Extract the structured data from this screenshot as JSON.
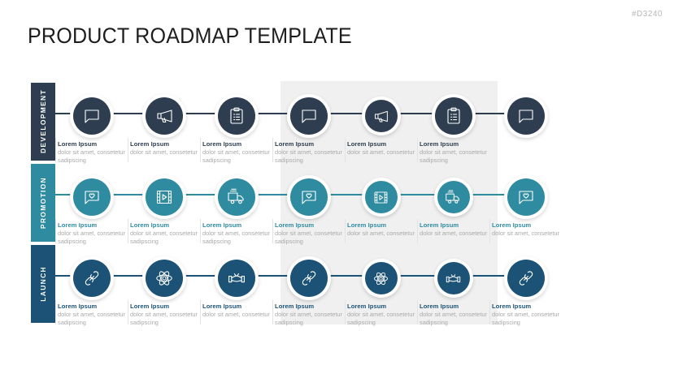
{
  "doc_code": "#D3240",
  "title": "PRODUCT ROADMAP TEMPLATE",
  "colors": {
    "development": "#2E3D4F",
    "promotion": "#2E8BA0",
    "launch": "#1B5276",
    "highlight_band": "#f0f0f0",
    "body_text": "#a9a9a9",
    "title_text": "#1d1d1d"
  },
  "layout": {
    "columns": 7,
    "highlighted_columns": [
      4,
      5,
      6
    ],
    "band_label": "highlighted-phase-band"
  },
  "rows": [
    {
      "id": "development",
      "label": "DEVELOPMENT",
      "color": "#2E3D4F",
      "rail_color": "#2E3D4F",
      "nodes": [
        {
          "icon": "speech-bubble-icon",
          "title": "Lorem Ipsum",
          "body": "dolor sit amet, consetetur sadipscing",
          "size": "large",
          "has_caption": true
        },
        {
          "icon": "megaphone-icon",
          "title": "Lorem Ipsum",
          "body": "dolor sit amet, consetetur",
          "size": "large",
          "has_caption": true
        },
        {
          "icon": "clipboard-checklist-icon",
          "title": "Lorem Ipsum",
          "body": "dolor sit amet, consetetur sadipscing",
          "size": "large",
          "has_caption": true
        },
        {
          "icon": "speech-bubble-icon",
          "title": "Lorem Ipsum",
          "body": "dolor sit amet, consetetur sadipscing",
          "size": "large",
          "has_caption": true
        },
        {
          "icon": "megaphone-icon",
          "title": "Lorem Ipsum",
          "body": "dolor sit amet, consetetur",
          "size": "small",
          "has_caption": true
        },
        {
          "icon": "clipboard-checklist-icon",
          "title": "Lorem Ipsum",
          "body": "dolor sit amet, consetetur sadipscing",
          "size": "large",
          "has_caption": true
        },
        {
          "icon": "speech-bubble-icon",
          "title": "",
          "body": "",
          "size": "large",
          "has_caption": false
        }
      ]
    },
    {
      "id": "promotion",
      "label": "PROMOTION",
      "color": "#2E8BA0",
      "rail_color": "#2E8BA0",
      "nodes": [
        {
          "icon": "heart-bubble-icon",
          "title": "Lorem Ipsum",
          "body": "dolor sit amet, consetetur sadipscing",
          "size": "large",
          "has_caption": true
        },
        {
          "icon": "film-play-icon",
          "title": "Lorem Ipsum",
          "body": "dolor sit amet, consetetur sadipscing",
          "size": "large",
          "has_caption": true
        },
        {
          "icon": "delivery-truck-icon",
          "title": "Lorem Ipsum",
          "body": "dolor sit amet, consetetur sadipscing",
          "size": "large",
          "has_caption": true
        },
        {
          "icon": "heart-bubble-icon",
          "title": "Lorem Ipsum",
          "body": "dolor sit amet, consetetur sadipscing",
          "size": "large",
          "has_caption": true
        },
        {
          "icon": "film-play-icon",
          "title": "Lorem Ipsum",
          "body": "dolor sit amet, consetetur",
          "size": "small",
          "has_caption": true
        },
        {
          "icon": "delivery-truck-icon",
          "title": "Lorem Ipsum",
          "body": "dolor sit amet, consetetur",
          "size": "small",
          "has_caption": true
        },
        {
          "icon": "heart-bubble-icon",
          "title": "Lorem Ipsum",
          "body": "dolor sit amet, consetetur",
          "size": "large",
          "has_caption": true
        }
      ]
    },
    {
      "id": "launch",
      "label": "LAUNCH",
      "color": "#1B5276",
      "rail_color": "#1B5276",
      "nodes": [
        {
          "icon": "chain-link-icon",
          "title": "Lorem Ipsum",
          "body": "dolor sit amet, consetetur sadipscing",
          "size": "large",
          "has_caption": true
        },
        {
          "icon": "atom-icon",
          "title": "Lorem Ipsum",
          "body": "dolor sit amet, consetetur sadipscing",
          "size": "large",
          "has_caption": true
        },
        {
          "icon": "ribbon-cutting-icon",
          "title": "Lorem Ipsum",
          "body": "dolor sit amet, consetetur",
          "size": "large",
          "has_caption": true
        },
        {
          "icon": "chain-link-icon",
          "title": "Lorem Ipsum",
          "body": "dolor sit amet, consetetur sadipscing",
          "size": "large",
          "has_caption": true
        },
        {
          "icon": "atom-icon",
          "title": "Lorem Ipsum",
          "body": "dolor sit amet, consetetur sadipscing",
          "size": "small",
          "has_caption": true
        },
        {
          "icon": "ribbon-cutting-icon",
          "title": "Lorem Ipsum",
          "body": "dolor sit amet, consetetur sadipscing",
          "size": "small",
          "has_caption": true
        },
        {
          "icon": "chain-link-icon",
          "title": "Lorem Ipsum",
          "body": "dolor sit amet, consetetur sadipscing",
          "size": "large",
          "has_caption": true
        }
      ]
    }
  ]
}
